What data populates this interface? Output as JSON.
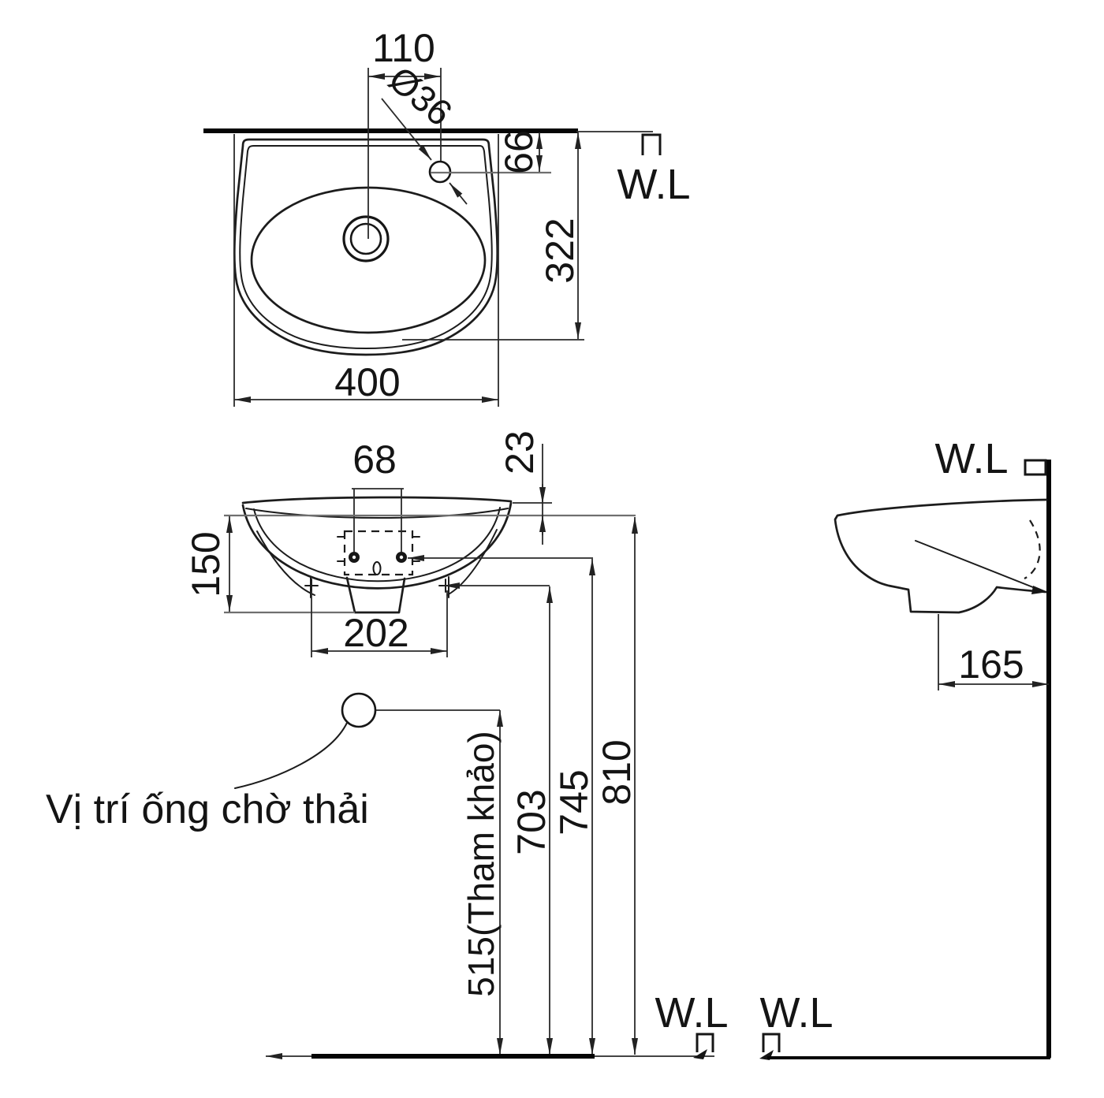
{
  "top_view": {
    "dim_faucet_center": "110",
    "dim_faucet_hole": "Ø36",
    "dim_faucet_from_wall": "66",
    "dim_depth": "322",
    "dim_width": "400",
    "water_line_label": "W.L"
  },
  "front_view": {
    "dim_bolt_span": "68",
    "dim_rim_step": "23",
    "dim_back_panel": "150",
    "dim_hanger_span": "202",
    "dim_height_drain": "703",
    "dim_height_bolts": "745",
    "dim_height_rim": "810",
    "dim_height_waste": "515(Tham khảo)",
    "note_waste_pipe": "Vị trí ống chờ thải",
    "water_line_label_left": "W.L",
    "water_line_label_right": "W.L"
  },
  "side_view": {
    "dim_drain_from_wall": "165",
    "water_line_label": "W.L"
  }
}
